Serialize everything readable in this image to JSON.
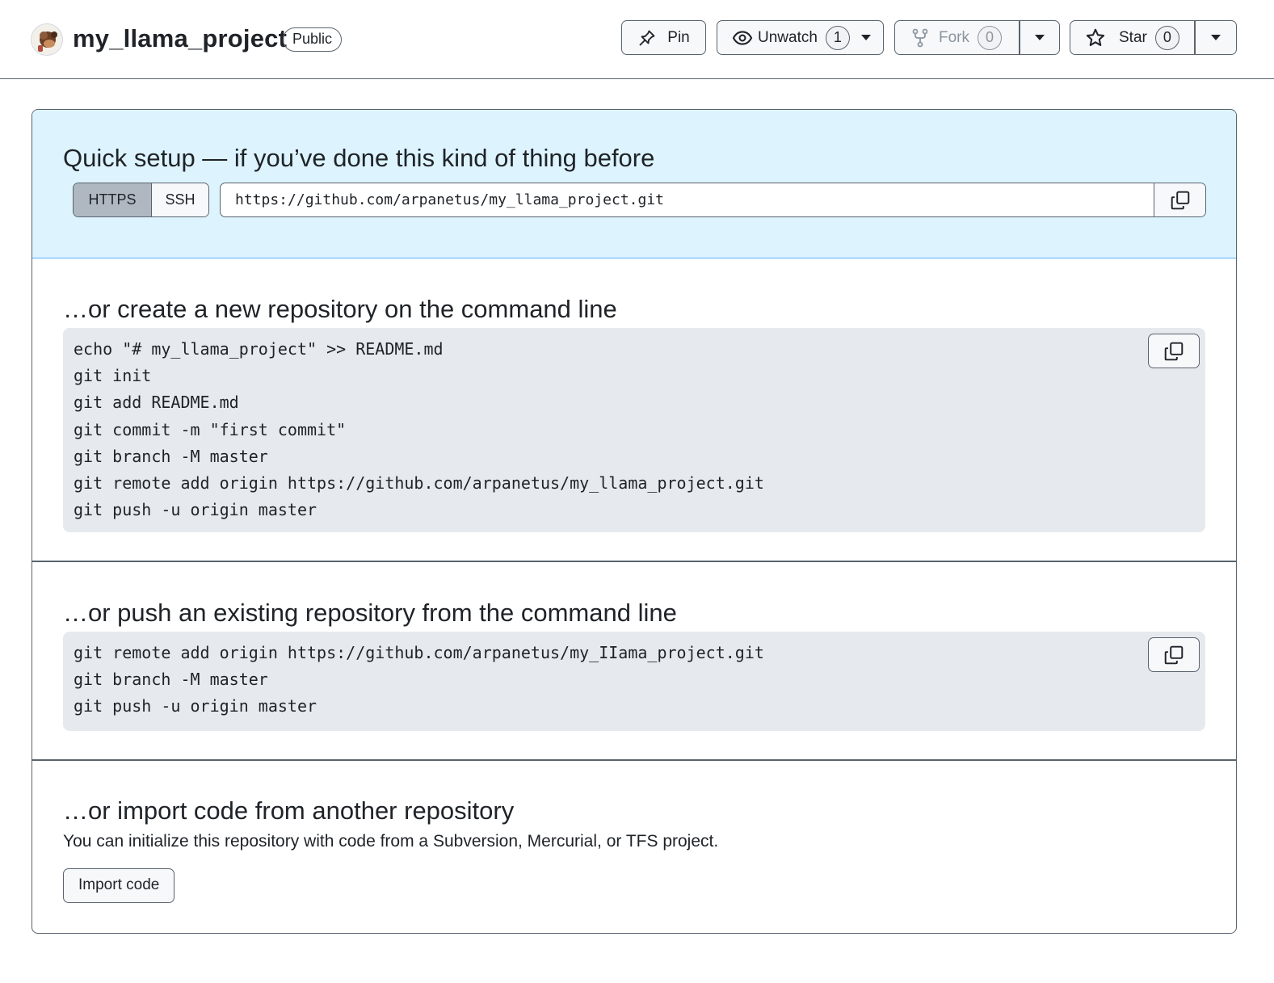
{
  "repo": {
    "name": "my_llama_project",
    "visibility": "Public"
  },
  "actions": {
    "pin": "Pin",
    "unwatch": "Unwatch",
    "watch_count": "1",
    "fork": "Fork",
    "fork_count": "0",
    "star": "Star",
    "star_count": "0"
  },
  "quick_setup": {
    "title": "Quick setup — if you’ve done this kind of thing before",
    "protocols": [
      "HTTPS",
      "SSH"
    ],
    "selected_protocol": "HTTPS",
    "clone_url": "https://github.com/arpanetus/my_llama_project.git"
  },
  "create_section": {
    "title": "…or create a new repository on the command line",
    "lines": [
      "echo \"# my_llama_project\" >> README.md",
      "git init",
      "git add README.md",
      "git commit -m \"first commit\"",
      "git branch -M master",
      "git remote add origin https://github.com/arpanetus/my_llama_project.git",
      "git push -u origin master"
    ]
  },
  "push_section": {
    "title": "…or push an existing repository from the command line",
    "lines": [
      "git remote add origin https://github.com/arpanetus/my_IIama_project.git",
      "git branch -M master",
      "git push -u origin master"
    ]
  },
  "import_section": {
    "title": "…or import code from another repository",
    "description": "You can initialize this repository with code from a Subversion, Mercurial, or TFS project.",
    "button": "Import code"
  },
  "colors": {
    "quick_setup_bg": "#ddf4ff",
    "code_bg": "#e6eaef",
    "border": "#59636e"
  }
}
